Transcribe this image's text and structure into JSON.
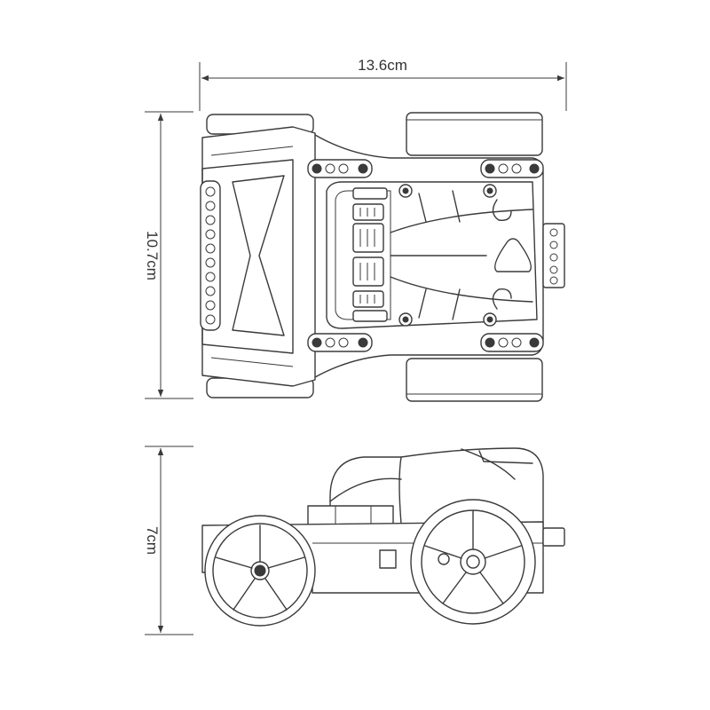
{
  "dimensions": {
    "length": "13.6cm",
    "width": "10.7cm",
    "height": "7cm"
  },
  "views": [
    "top-view",
    "side-view"
  ],
  "colors": {
    "line": "#3a3a3a",
    "background": "#ffffff"
  }
}
